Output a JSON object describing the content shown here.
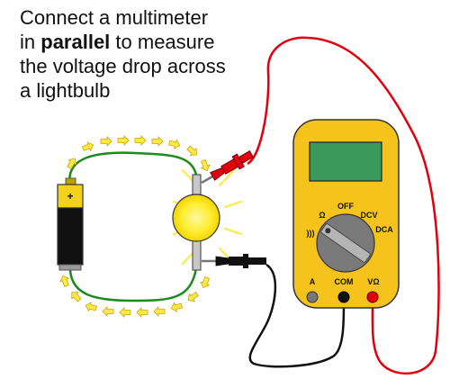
{
  "caption": {
    "line1": "Connect a multimeter",
    "line2_pre": "in ",
    "line2_bold": "parallel",
    "line2_post": " to measure",
    "line3": "the voltage drop across",
    "line4": "a lightbulb"
  },
  "battery": {
    "plus_label": "+"
  },
  "multimeter": {
    "dial_labels": {
      "off": "OFF",
      "ohm": "Ω",
      "dcv": "DCV",
      "dca": "DCA",
      "sound": ")))"
    },
    "jack_labels": {
      "a": "A",
      "com": "COM",
      "v_ohm": "VΩ"
    }
  },
  "colors": {
    "wire_circuit": "#1e8a1e",
    "lead_positive": "#e0000e",
    "lead_common": "#111111",
    "meter_body": "#f6c21c",
    "meter_screen": "#3a9a5c",
    "bulb_glow": "#ffee33",
    "current_arrows": "#ffe94a"
  }
}
